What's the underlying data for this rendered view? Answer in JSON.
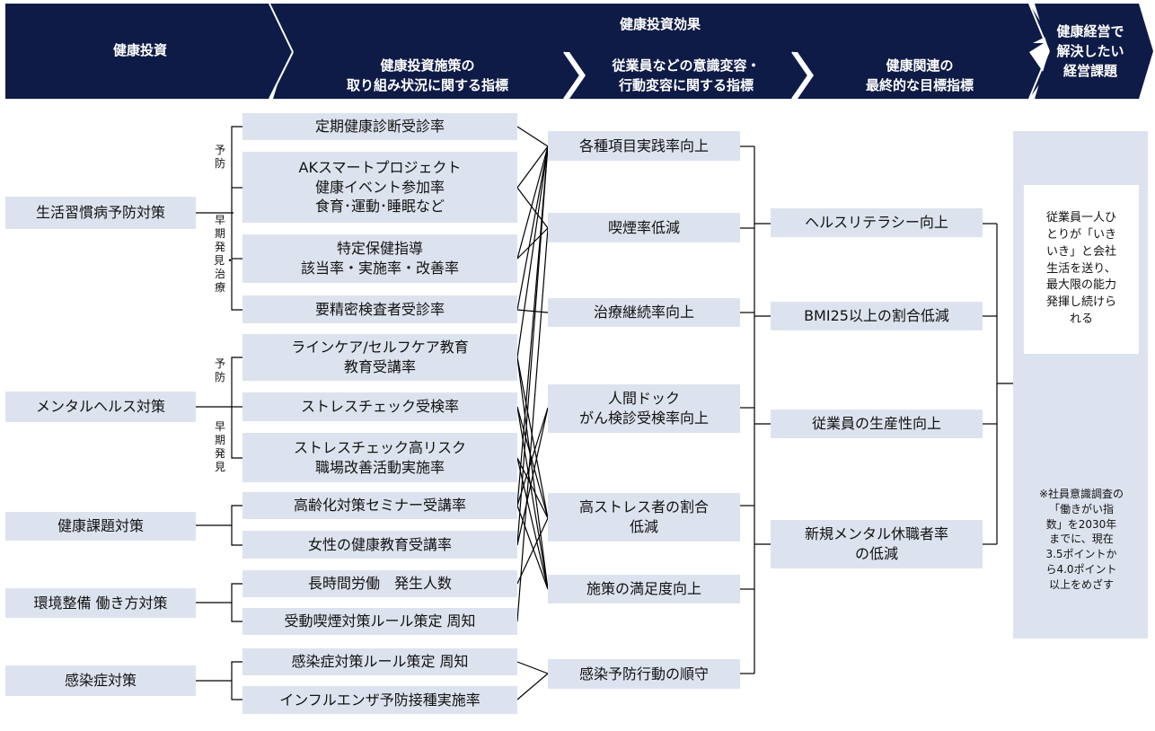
{
  "header": {
    "investment": "健康投資",
    "effects": "健康投資効果",
    "indicators_1": "健康投資施策の\n取り組み状況に関する指標",
    "indicators_2": "従業員などの意識変容・\n行動変容に関する指標",
    "indicators_3": "健康関連の\n最終的な目標指標",
    "issues": "健康経営で\n解決したい\n経営課題"
  },
  "measures": [
    "生活習慣病予防対策",
    "メンタルヘルス対策",
    "健康課題対策",
    "環境整備 働き方対策",
    "感染症対策"
  ],
  "stage_labels": [
    "予防",
    "早期発見・治療",
    "予防",
    "早期発見"
  ],
  "initiatives": [
    "定期健康診断受診率",
    "AKスマートプロジェクト\n健康イベント参加率\n食育･運動･睡眠など",
    "特定保健指導\n該当率・実施率・改善率",
    "要精密検査者受診率",
    "ラインケア/セルフケア教育\n教育受講率",
    "ストレスチェック受検率",
    "ストレスチェック高リスク\n職場改善活動実施率",
    "高齢化対策セミナー受講率",
    "女性の健康教育受講率",
    "長時間労働　発生人数",
    "受動喫煙対策ルール策定 周知",
    "感染症対策ルール策定 周知",
    "インフルエンザ予防接種実施率"
  ],
  "behaviors": [
    "各種項目実践率向上",
    "喫煙率低減",
    "治療継続率向上",
    "人間ドック\nがん検診受検率向上",
    "高ストレス者の割合\n低減",
    "施策の満足度向上",
    "感染予防行動の順守"
  ],
  "outcomes": [
    "ヘルスリテラシー向上",
    "BMI25以上の割合低減",
    "従業員の生産性向上",
    "新規メンタル休職者率\nの低減"
  ],
  "goal": {
    "text": "従業員一人ひ\nとりが「いき\nいき」と会社\n生活を送り、\n最大限の能力\n発揮し続けら\nれる",
    "note": "※社員意識調査の\n「働きがい指\n数」を2030年\nまでに、現在\n3.5ポイントか\nら4.0ポイント\n以上をめざす"
  },
  "colors": {
    "header_bg": "#0f1b47",
    "box_bg": "#dde3ee",
    "line": "#000000"
  }
}
